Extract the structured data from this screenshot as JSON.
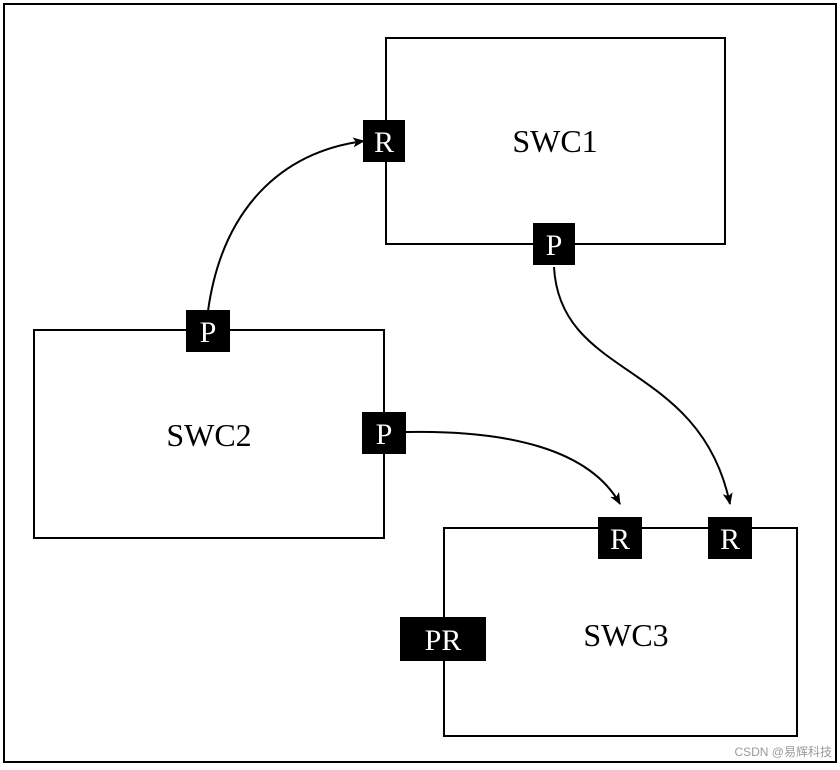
{
  "components": {
    "swc1": {
      "label": "SWC1"
    },
    "swc2": {
      "label": "SWC2"
    },
    "swc3": {
      "label": "SWC3"
    }
  },
  "ports": {
    "swc1_r": "R",
    "swc1_p": "P",
    "swc2_p_top": "P",
    "swc2_p_right": "P",
    "swc3_r_left": "R",
    "swc3_r_right": "R",
    "swc3_pr": "PR"
  },
  "watermark": "CSDN @易辉科技",
  "colors": {
    "stroke": "#000000",
    "port_fill": "#000000",
    "port_text": "#ffffff",
    "background": "#ffffff"
  }
}
